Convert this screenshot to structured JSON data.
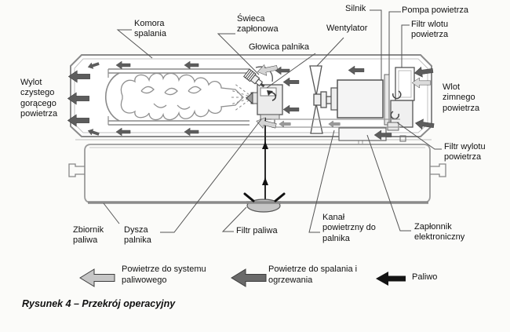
{
  "figure": {
    "caption": "Rysunek 4 – Przekrój operacyjny"
  },
  "labels": {
    "komora": "Komora spalania",
    "swieca": "Świeca zapłonowa",
    "glowica": "Głowica palnika",
    "wentylator": "Wentylator",
    "silnik": "Silnik",
    "pompa": "Pompa powietrza",
    "filtr_wlotu": "Filtr wlotu powietrza",
    "wylot": "Wylot czystego gorącego powietrza",
    "wlot": "Wlot zimnego powietrza",
    "filtr_wylotu": "Filtr wylotu powietrza",
    "zbiornik": "Zbiornik paliwa",
    "dysza": "Dysza palnika",
    "filtr_paliwa": "Filtr paliwa",
    "kanal": "Kanał powietrzny do palnika",
    "zaplonnik": "Zapłonnik elektroniczny"
  },
  "legend": {
    "items": [
      {
        "label": "Powietrze do systemu paliwowego",
        "color": "#c6c6c6"
      },
      {
        "label": "Powietrze do spalania i ogrzewania",
        "color": "#6a6a6a"
      },
      {
        "label": "Paliwo",
        "color": "#141414"
      }
    ]
  }
}
